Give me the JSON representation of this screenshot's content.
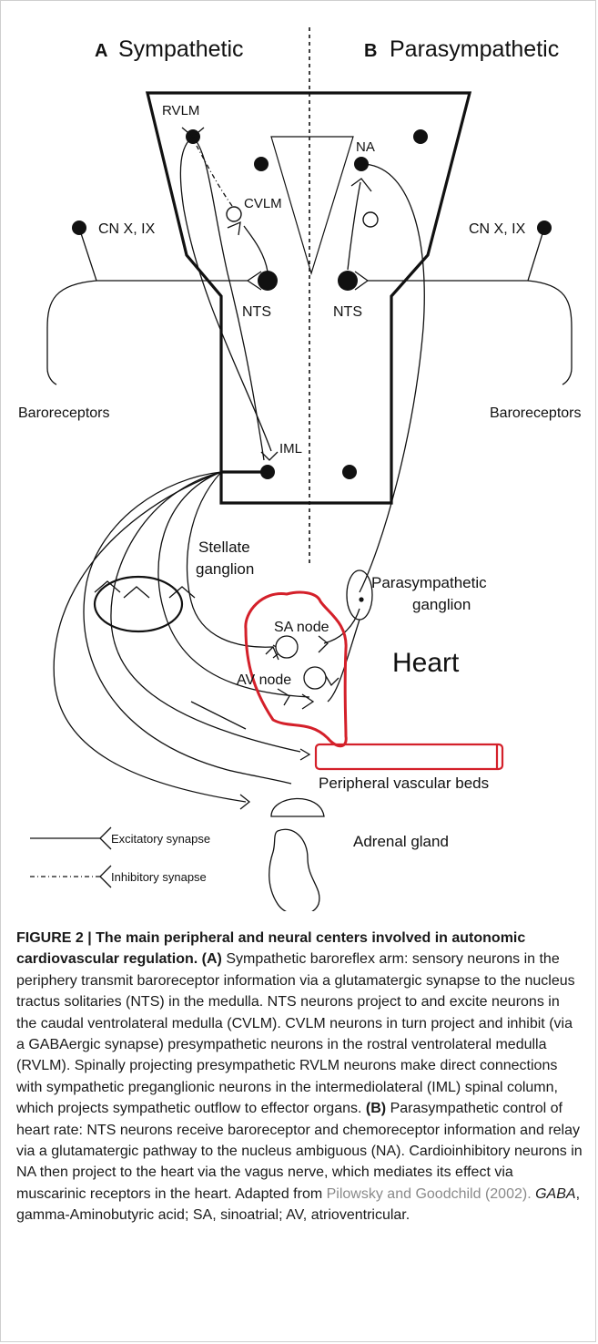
{
  "panels": {
    "a": {
      "letter": "A",
      "title": "Sympathetic"
    },
    "b": {
      "letter": "B",
      "title": "Parasympathetic"
    }
  },
  "labels": {
    "rvlm": "RVLM",
    "cvlm": "CVLM",
    "na": "NA",
    "nts_left": "NTS",
    "nts_right": "NTS",
    "cn_left": "CN X, IX",
    "cn_right": "CN X, IX",
    "baro_left": "Baroreceptors",
    "baro_right": "Baroreceptors",
    "iml": "IML",
    "stellate_1": "Stellate",
    "stellate_2": "ganglion",
    "para_ganglion_1": "Parasympathetic",
    "para_ganglion_2": "ganglion",
    "sa_node": "SA node",
    "av_node": "AV node",
    "heart": "Heart",
    "vascular": "Peripheral vascular beds",
    "adrenal": "Adrenal gland"
  },
  "legend": {
    "excitatory": "Excitatory synapse",
    "inhibitory": "Inhibitory synapse"
  },
  "colors": {
    "heart_outline": "#d4202a",
    "line": "#111111"
  },
  "caption": {
    "figure_label": "FIGURE 2 | The main peripheral and neural centers involved in autonomic cardiovascular regulation.",
    "a_label": "(A)",
    "a_text": "Sympathetic baroreflex arm: sensory neurons in the periphery transmit baroreceptor information via a glutamatergic synapse to the nucleus tractus solitaries (NTS) in the medulla. NTS neurons project to and excite neurons in the caudal ventrolateral medulla (CVLM). CVLM neurons in turn project and inhibit (via a GABAergic synapse) presympathetic neurons in the rostral ventrolateral medulla (RVLM). Spinally projecting presympathetic RVLM neurons make direct connections with sympathetic preganglionic neurons in the intermediolateral (IML) spinal column, which projects sympathetic outflow to effector organs.",
    "b_label": "(B)",
    "b_text": "Parasympathetic control of heart rate: NTS neurons receive baroreceptor and chemoreceptor information and relay via a glutamatergic pathway to the nucleus ambiguous (NA). Cardioinhibitory neurons in NA then project to the heart via the vagus nerve, which mediates its effect via muscarinic receptors in the heart. Adapted from",
    "reference": "Pilowsky and Goodchild (2002).",
    "gaba_abbr": "GABA",
    "abbr_text": ", gamma-Aminobutyric acid; SA, sinoatrial; AV, atrioventricular."
  }
}
